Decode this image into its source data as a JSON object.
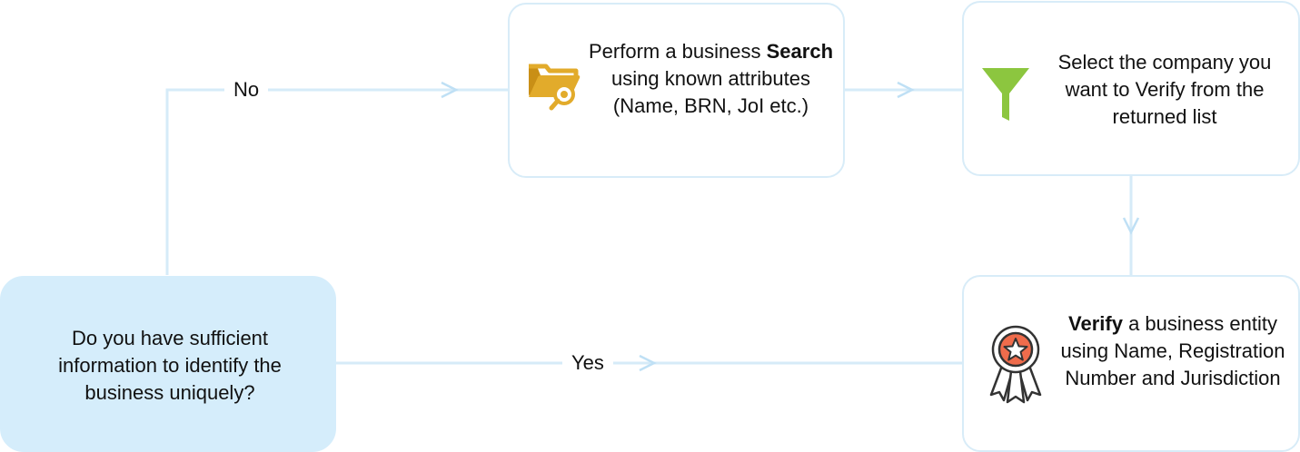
{
  "colors": {
    "connector": "#d6ebf8",
    "box_border": "#d8ecf8",
    "decision_fill": "#d5edfb",
    "folder": "#e2ab2b",
    "funnel": "#8cc63f",
    "badge_accent": "#ef6c4c"
  },
  "nodes": {
    "decision": {
      "text": "Do you have sufficient information to identify the business uniquely?"
    },
    "search": {
      "icon": "folder-search-icon",
      "lead": "Perform a business ",
      "bold": "Search",
      "rest": " using known attributes (Name, BRN, JoI etc.)"
    },
    "select": {
      "icon": "funnel-icon",
      "text": "Select the company you want to Verify from the returned list"
    },
    "verify": {
      "icon": "award-badge-icon",
      "bold": "Verify",
      "rest": " a business entity using Name, Registration Number and Jurisdiction"
    }
  },
  "edges": {
    "no_label": "No",
    "yes_label": "Yes"
  }
}
